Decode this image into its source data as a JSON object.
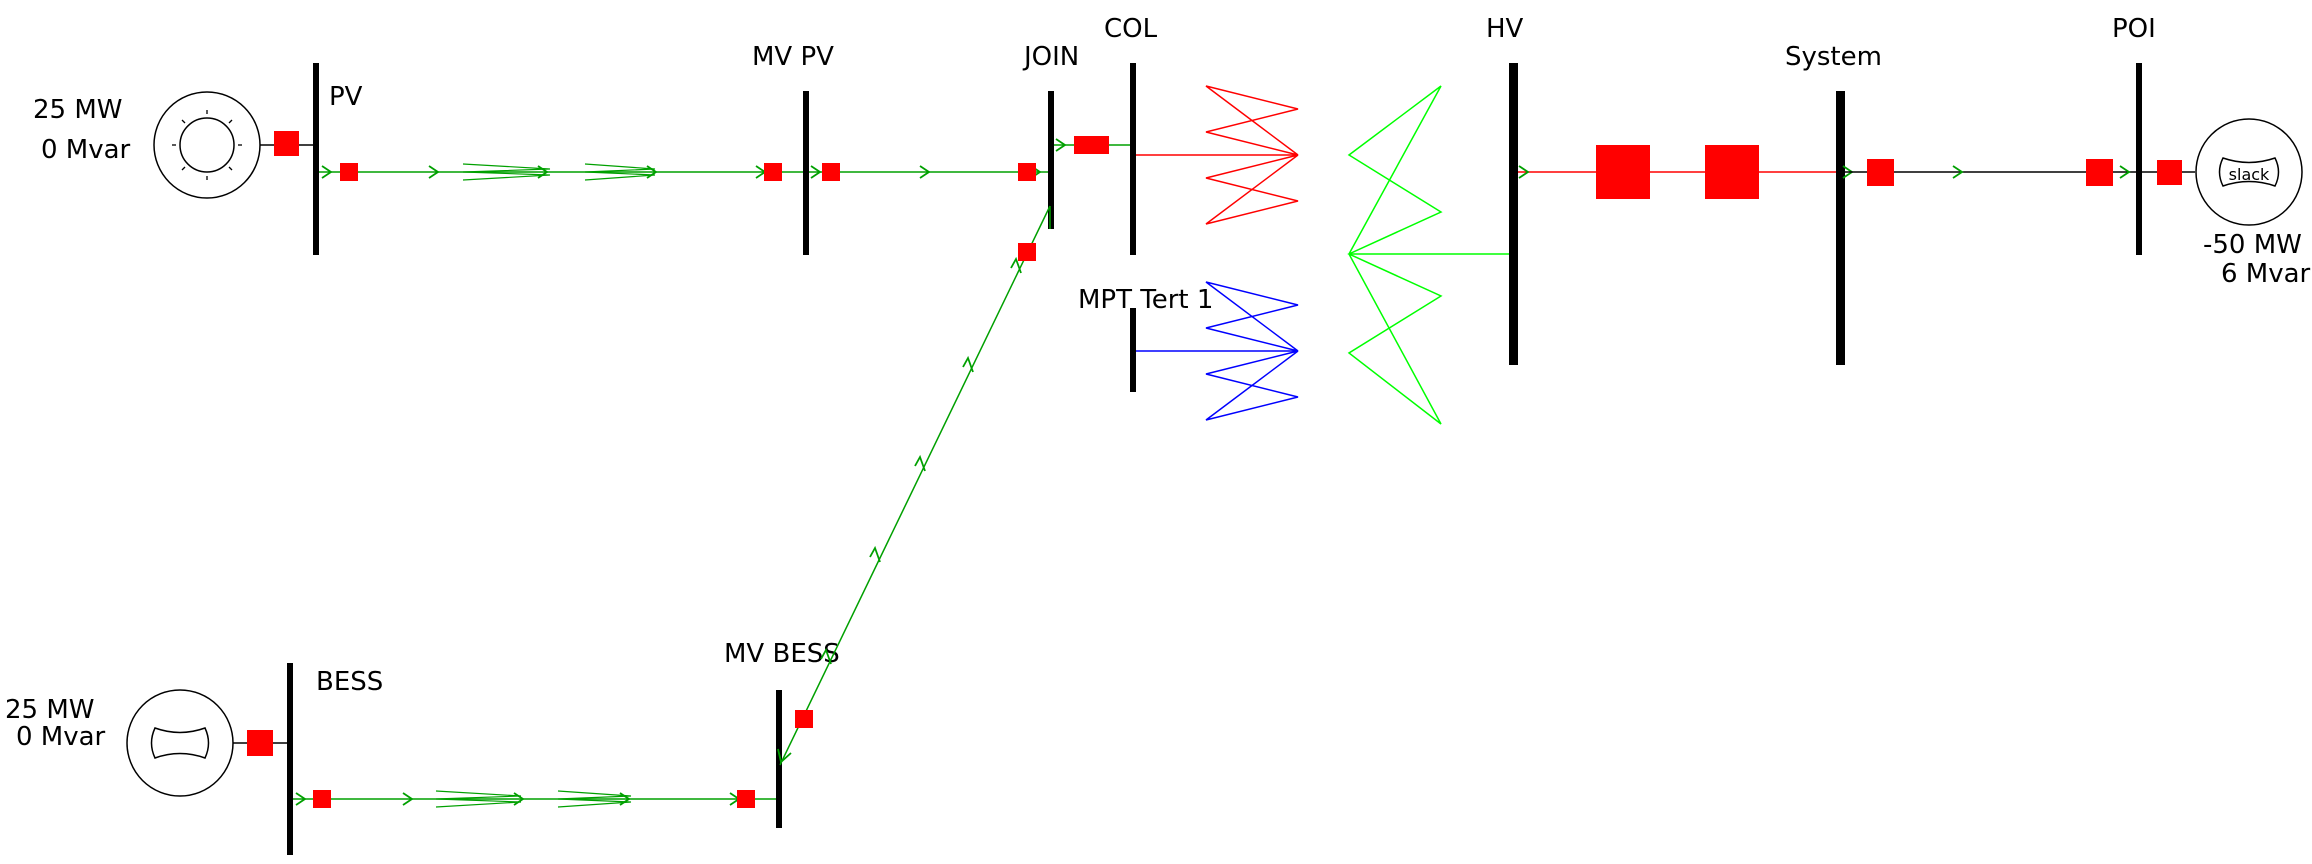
{
  "buses": {
    "pv": "PV",
    "mv_pv": "MV PV",
    "join": "JOIN",
    "col": "COL",
    "hv": "HV",
    "system": "System",
    "poi": "POI",
    "mpt_tert": "MPT Tert 1",
    "bess": "BESS",
    "mv_bess": "MV BESS"
  },
  "gen_pv": {
    "mw": "25 MW",
    "mvar": "0 Mvar"
  },
  "gen_bess": {
    "mw": "25 MW",
    "mvar": "0 Mvar"
  },
  "gen_slack": {
    "mw": "-50 MW",
    "mvar": "6 Mvar",
    "label": "slack"
  },
  "colors": {
    "bus": "#000000",
    "breaker": "#ff0000",
    "line_flow": "#00a000",
    "xfmr_primary": "#ff0000",
    "xfmr_secondary": "#00ff00",
    "xfmr_tertiary": "#0000ff"
  },
  "icons": {
    "pv_generator": "sun-icon",
    "bess_generator": "battery-icon",
    "slack_generator": "slack-icon"
  }
}
